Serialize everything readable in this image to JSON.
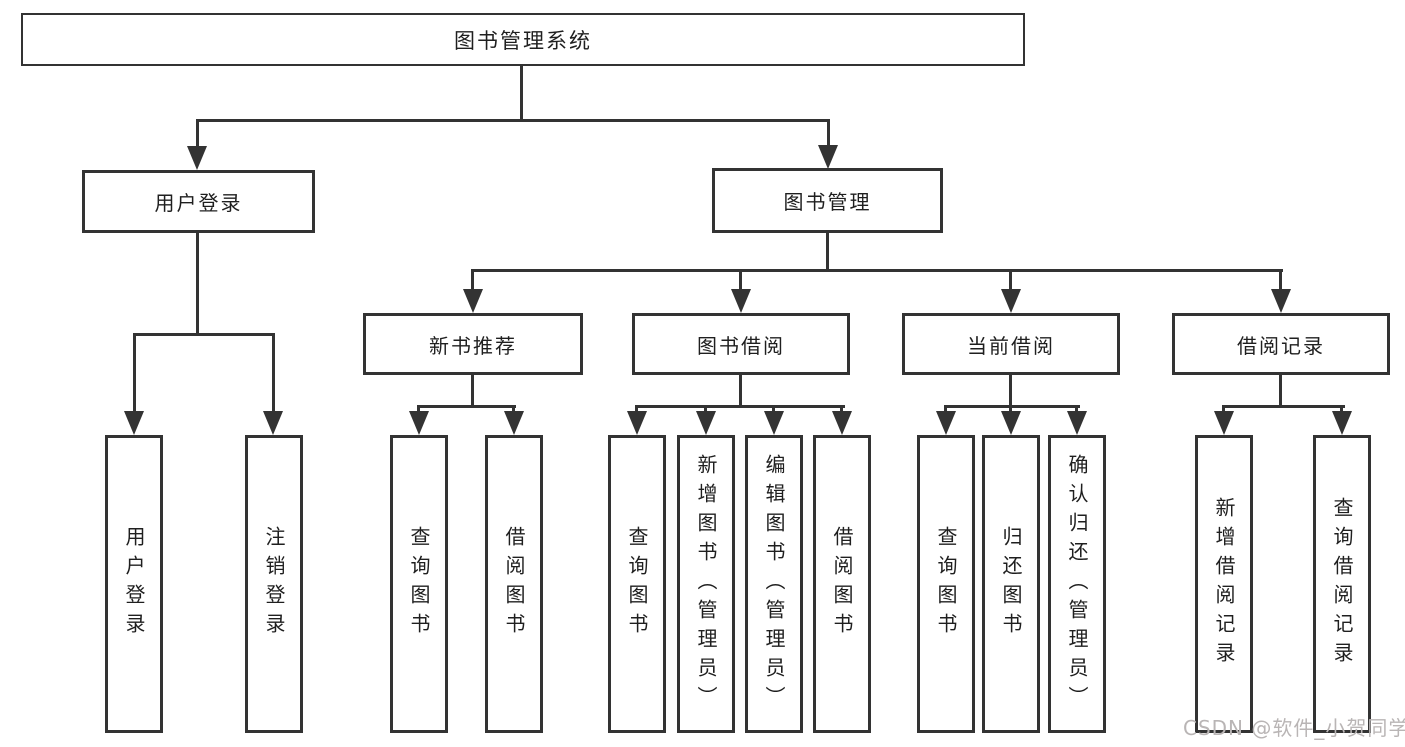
{
  "diagram": {
    "title": {
      "label": "图书管理系统"
    },
    "level2": [
      {
        "label": "用户登录"
      },
      {
        "label": "图书管理"
      }
    ],
    "level3": [
      {
        "label": "新书推荐"
      },
      {
        "label": "图书借阅"
      },
      {
        "label": "当前借阅"
      },
      {
        "label": "借阅记录"
      }
    ],
    "leaves": [
      {
        "label": "用户登录"
      },
      {
        "label": "注销登录"
      },
      {
        "label": "查询图书"
      },
      {
        "label": "借阅图书"
      },
      {
        "label": "查询图书"
      },
      {
        "label": "新增图书（管理员）"
      },
      {
        "label": "编辑图书（管理员）"
      },
      {
        "label": "借阅图书"
      },
      {
        "label": "查询图书"
      },
      {
        "label": "归还图书"
      },
      {
        "label": "确认归还（管理员）"
      },
      {
        "label": "新增借阅记录"
      },
      {
        "label": "查询借阅记录"
      }
    ],
    "watermark": {
      "label": "CSDN @软件_小贺同学"
    },
    "colors": {
      "line": "#333333",
      "text": "#1f1f1f",
      "background": "#ffffff",
      "watermark": "#b9b5b5"
    }
  }
}
